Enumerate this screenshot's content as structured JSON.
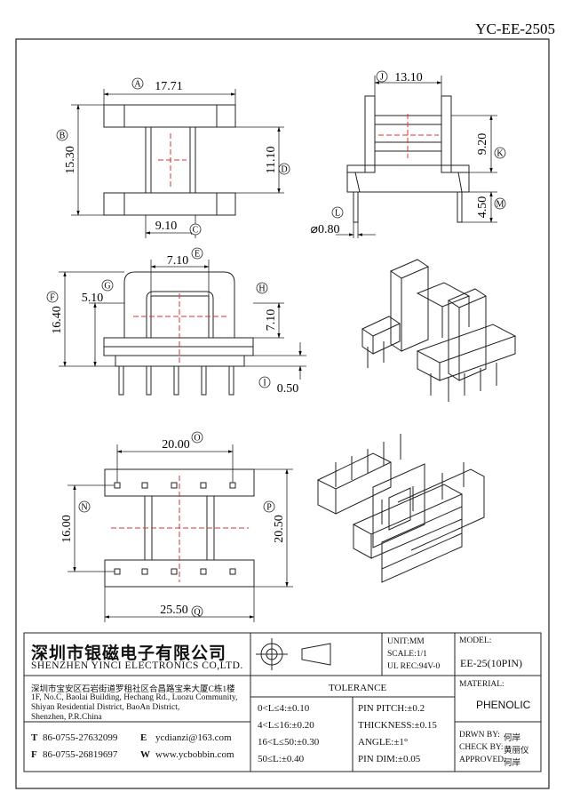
{
  "drawing_no": "YC-EE-2505",
  "dims": {
    "a": "17.71",
    "b": "15.30",
    "c": "9.10",
    "d": "11.10",
    "j": "13.10",
    "k": "9.20",
    "l": "⌀0.80",
    "m": "4.50",
    "e": "7.10",
    "f": "16.40",
    "g": "5.10",
    "h": "7.10",
    "i": "0.50",
    "o": "20.00",
    "n": "16.00",
    "p": "20.50",
    "q": "25.50"
  },
  "letters": {
    "a": "A",
    "b": "B",
    "c": "C",
    "d": "D",
    "e": "E",
    "f": "F",
    "g": "G",
    "h": "H",
    "i": "I",
    "j": "J",
    "k": "K",
    "l": "L",
    "m": "M",
    "n": "N",
    "o": "O",
    "p": "P",
    "q": "Q"
  },
  "company": {
    "name_cn": "深圳市银磁电子有限公司",
    "name_en": "SHENZHEN YINCI ELECTRONICS CO,LTD.",
    "address_cn": "深圳市宝安区石岩街道罗租社区合昌路宝来大厦C栋1楼",
    "address_en_1": "1F, No.C, Baolai Building, Hechang Rd., Luozu Community,",
    "address_en_2": "Shiyan Residential District, BaoAn District,",
    "address_en_3": "Shenzhen, P.R.China",
    "tel_key": "T",
    "tel": "86-0755-27632099",
    "fax_key": "F",
    "fax": "86-0755-26819697",
    "email_key": "E",
    "email": "ycdianzi@163.com",
    "web_key": "W",
    "web": "www.ycbobbin.com"
  },
  "specs": {
    "unit": "UNIT:MM",
    "scale": "SCALE:1/1",
    "ul": "UL REC:94V-0",
    "model_label": "MODEL:",
    "model": "EE-25(10PIN)",
    "material_label": "MATERIAL:",
    "material": "PHENOLIC"
  },
  "tolerance": {
    "title": "TOLERANCE",
    "rows_left": [
      "0<L≤4:±0.10",
      "4<L≤16:±0.20",
      "16<L≤50:±0.30",
      "50≤L:±0.40"
    ],
    "rows_right": [
      "PIN PITCH:±0.2",
      "THICKNESS:±0.15",
      "ANGLE:±1°",
      "PIN DIM:±0.05"
    ]
  },
  "signoff": {
    "drawn_label": "DRWN BY:",
    "drawn": "何岸",
    "check_label": "CHECK BY:",
    "check": "黄丽仪",
    "approved_label": "APPROVED:",
    "approved": "何岸"
  }
}
